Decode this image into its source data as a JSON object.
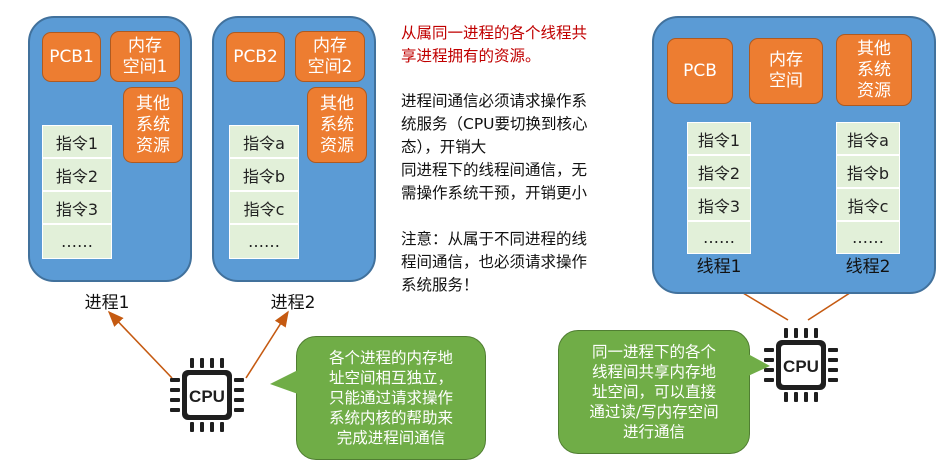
{
  "left": {
    "process1": {
      "pcb": "PCB1",
      "memory": "内存\n空间1",
      "resources": "其他\n系统\n资源",
      "instructions": [
        "指令1",
        "指令2",
        "指令3",
        "……"
      ],
      "label": "进程1"
    },
    "process2": {
      "pcb": "PCB2",
      "memory": "内存\n空间2",
      "resources": "其他\n系统\n资源",
      "instructions": [
        "指令a",
        "指令b",
        "指令c",
        "……"
      ],
      "label": "进程2"
    },
    "cpu_label": "CPU",
    "bubble": "各个进程的内存地\n址空间相互独立，\n只能通过请求操作\n系统内核的帮助来\n完成进程间通信"
  },
  "middle": {
    "red_text": "从属同一进程的各个线程共\n享进程拥有的资源。",
    "text1": "进程间通信必须请求操作系\n统服务（CPU要切换到核心\n态），开销大\n同进程下的线程间通信，无\n需操作系统干预，开销更小",
    "text2": "注意：从属于不同进程的线\n程间通信，也必须请求操作\n系统服务！"
  },
  "right": {
    "pcb": "PCB",
    "memory": "内存\n空间",
    "resources": "其他\n系统\n资源",
    "thread1": {
      "instructions": [
        "指令1",
        "指令2",
        "指令3",
        "……"
      ],
      "label": "线程1"
    },
    "thread2": {
      "instructions": [
        "指令a",
        "指令b",
        "指令c",
        "……"
      ],
      "label": "线程2"
    },
    "cpu_label": "CPU",
    "bubble": "同一进程下的各个\n线程间共享内存地\n址空间，可以直接\n通过读/写内存空间\n进行通信"
  },
  "colors": {
    "process_fill": "#5b9bd5",
    "resource_fill": "#ed7d31",
    "instruction_fill": "#e2f0d9",
    "bubble_fill": "#70ad47",
    "arrow": "#c55a11",
    "red_text": "#c00000"
  }
}
